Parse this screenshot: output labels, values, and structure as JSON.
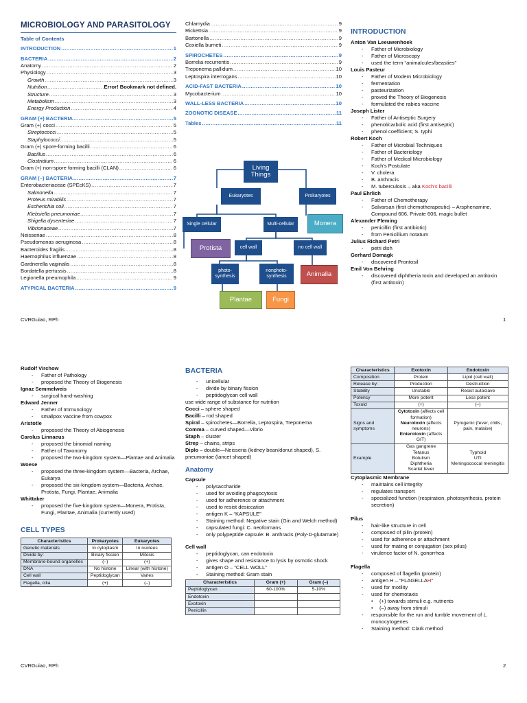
{
  "page1": {
    "title": "MICROBIOLOGY AND PARASITOLOGY",
    "toc_heading": "Table of Contents",
    "toc_col1": [
      {
        "text": "INTRODUCTION",
        "page": "1",
        "type": "major"
      },
      {
        "text": "BACTERIA",
        "page": "2",
        "type": "major"
      },
      {
        "text": "Anatomy",
        "page": "2",
        "type": "normal"
      },
      {
        "text": "Physiology",
        "page": "3",
        "type": "normal"
      },
      {
        "text": "Growth",
        "page": "3",
        "type": "sub"
      },
      {
        "text": "Nutrition",
        "page": "Error! Bookmark not defined.",
        "type": "sub",
        "error": true
      },
      {
        "text": "Structure",
        "page": "3",
        "type": "sub"
      },
      {
        "text": "Metabolism",
        "page": "3",
        "type": "sub"
      },
      {
        "text": "Energy Production",
        "page": "4",
        "type": "sub"
      },
      {
        "text": "GRAM (+) BACTERIA",
        "page": "5",
        "type": "major"
      },
      {
        "text": "Gram (+) cocci",
        "page": "5",
        "type": "normal"
      },
      {
        "text": "Streptococci",
        "page": "5",
        "type": "sub"
      },
      {
        "text": "Staphylococci",
        "page": "5",
        "type": "sub"
      },
      {
        "text": "Gram (+) spore-forming bacilli",
        "page": "6",
        "type": "normal"
      },
      {
        "text": "Bacillus",
        "page": "6",
        "type": "sub"
      },
      {
        "text": "Clostridium",
        "page": "6",
        "type": "sub"
      },
      {
        "text": "Gram (+) non-spore forming bacilli (CLAN)",
        "page": "6",
        "type": "normal"
      },
      {
        "text": "GRAM (–) BACTERIA",
        "page": "7",
        "type": "major"
      },
      {
        "text": "Enterobacteriaceae (SPEcKS)",
        "page": "7",
        "type": "normal"
      },
      {
        "text": "Salmonella",
        "page": "7",
        "type": "sub"
      },
      {
        "text": "Proteus mirabilis",
        "page": "7",
        "type": "sub"
      },
      {
        "text": "Escherichia coli",
        "page": "7",
        "type": "sub"
      },
      {
        "text": "Klebsiella pneumoniae",
        "page": "7",
        "type": "sub"
      },
      {
        "text": "Shigella dysenteriae",
        "page": "7",
        "type": "sub"
      },
      {
        "text": "Vibrionaceae",
        "page": "7",
        "type": "sub"
      },
      {
        "text": "Neisseriae",
        "page": "8",
        "type": "normal"
      },
      {
        "text": "Pseudomonas aeruginosa",
        "page": "8",
        "type": "normal"
      },
      {
        "text": "Bacteroides fragilis",
        "page": "8",
        "type": "normal"
      },
      {
        "text": "Haemophilus influenzae",
        "page": "8",
        "type": "normal"
      },
      {
        "text": "Gardnerella vaginalis",
        "page": "8",
        "type": "normal"
      },
      {
        "text": "Bordatella pertussis",
        "page": "8",
        "type": "normal"
      },
      {
        "text": "Legionella pneumophila",
        "page": "9",
        "type": "normal"
      },
      {
        "text": "ATYPICAL BACTERIA",
        "page": "9",
        "type": "major"
      }
    ],
    "toc_col2": [
      {
        "text": "Chlamydia",
        "page": "9",
        "type": "normal"
      },
      {
        "text": "Rickettsia",
        "page": "9",
        "type": "normal"
      },
      {
        "text": "Bartonella",
        "page": "9",
        "type": "normal"
      },
      {
        "text": "Coxiella burneti",
        "page": "9",
        "type": "normal"
      },
      {
        "text": "SPIROCHETES",
        "page": "9",
        "type": "major"
      },
      {
        "text": "Borrelia recurrentis",
        "page": "9",
        "type": "normal"
      },
      {
        "text": "Treponema pallidum",
        "page": "10",
        "type": "normal"
      },
      {
        "text": "Leptospira interrogans",
        "page": "10",
        "type": "normal"
      },
      {
        "text": "ACID-FAST BACTERIA",
        "page": "10",
        "type": "major"
      },
      {
        "text": "Mycobacterium",
        "page": "10",
        "type": "normal"
      },
      {
        "text": "WALL-LESS BACTERIA",
        "page": "10",
        "type": "major"
      },
      {
        "text": "ZOONOTIC DISEASE",
        "page": "11",
        "type": "major"
      },
      {
        "text": "Tables",
        "page": "11",
        "type": "major"
      }
    ],
    "diagram": {
      "living_things": "Living Things",
      "eukaryotes": "Eukaryotes",
      "prokaryotes": "Prokaryotes",
      "single_cellular": "Single cellular",
      "multi_cellular": "Multi-cellular",
      "monera": "Monera",
      "protista": "Protista",
      "cell_wall": "cell wall",
      "no_cell_wall": "no cell wall",
      "animalia": "Animalia",
      "photo_synthesis": "photo-synthesis",
      "nonphoto_synthesis": "nonphoto-synthesis",
      "plantae": "Plantae",
      "fungi": "Fungi",
      "colors": {
        "dark": "#1f4e8c",
        "monera": "#4bacc6",
        "protista": "#8064a2",
        "animalia": "#c0504d",
        "plantae": "#9bbb59",
        "fungi": "#f79646"
      }
    },
    "intro_heading": "INTRODUCTION",
    "intro": [
      {
        "name": "Anton Van Leeuwenhoek",
        "items": [
          "Father of Microbiology",
          "Father of Microscopy",
          "used the term “animalcules/beasties”"
        ]
      },
      {
        "name": "Louis Pasteur",
        "items": [
          "Father of Modern Microbiology",
          "fermentation",
          "pasteurization",
          "proved the Theory of Biogenesis",
          "formulated the rabies vaccine"
        ]
      },
      {
        "name": "Joseph Lister",
        "items": [
          "Father of Antiseptic Surgery",
          "phenol/carbolic acid (first antiseptic)",
          "phenol coefficient; S. typhi"
        ]
      },
      {
        "name": "Robert Koch",
        "items": [
          "Father of Microbial Techniques",
          "Father of Bacteriology",
          "Father of Medical Microbiology",
          "Koch’s Postulate",
          "V. cholera",
          "B. anthracis",
          "M. tuberculosis – aka Koch’s bacilli"
        ]
      },
      {
        "name": "Paul Ehrlich",
        "items": [
          "Father of Chemotherapy",
          "Salvarsan (first chemotherapeutic) – Arsphenamine, Compound 606, Private 606, magic bullet"
        ]
      },
      {
        "name": "Alexander Fleming",
        "items": [
          "penicillin (first antibiotic)",
          "from Penicillium notatum"
        ]
      },
      {
        "name": "Julius Richard Petri",
        "items": [
          "petri dish"
        ]
      },
      {
        "name": "Gerhard Domagk",
        "items": [
          "discovered Prontosil"
        ]
      },
      {
        "name": "Emil Von Behring",
        "items": [
          "discovered diphtheria toxin and developed an antitoxin (first antitoxin)"
        ]
      }
    ],
    "footer_left": "CVRGuiao, RPh",
    "footer_right": "1"
  },
  "page2": {
    "people": [
      {
        "name": "Rudolf Virchow",
        "items": [
          "Father of Pathology",
          "proposed the Theory of Biogenesis"
        ]
      },
      {
        "name": "Ignaz Semmelweis",
        "items": [
          "surgical hand-washing"
        ]
      },
      {
        "name": "Edward Jenner",
        "items": [
          "Father of Immunology",
          "smallpox vaccine from cowpox"
        ]
      },
      {
        "name": "Aristotle",
        "items": [
          "proposed the Theory of Abiogenesis"
        ]
      },
      {
        "name": "Carolus Linnaeus",
        "items": [
          "proposed the binomial naming",
          "Father of Taxonomy",
          "proposed the two-kingdom system—Plantae and Animalia"
        ]
      },
      {
        "name": "Woese",
        "items": [
          "proposed the three-kingdom system—Bacteria, Archae, Eukarya",
          "proposed the six-kingdom system—Bacteria, Archae, Protista, Fungi, Plantae, Animalia"
        ]
      },
      {
        "name": "Whittaker",
        "items": [
          "proposed the five-kingdom system—Monera, Protista, Fungi, Plantae, Animalia (currently used)"
        ]
      }
    ],
    "cell_types_heading": "CELL TYPES",
    "cell_types_table": {
      "headers": [
        "Characteristics",
        "Prokaryotes",
        "Eukaryotes"
      ],
      "rows": [
        [
          "Genetic materials",
          "In cytoplasm",
          "In nucleus"
        ],
        [
          "Divide by:",
          "Binary fission",
          "Mitosis"
        ],
        [
          "Membrane-bound organelles",
          "(–)",
          "(+)"
        ],
        [
          "DNA",
          "No histone",
          "Linear (with histone)"
        ],
        [
          "Cell wall",
          "Peptidoglycan",
          "Varies"
        ],
        [
          "Flagella, cilia",
          "(+)",
          "(–)"
        ]
      ]
    },
    "bacteria_heading": "BACTERIA",
    "bacteria_items": [
      "unicellular",
      "divide by binary fission",
      "peptidoglycan cell wall"
    ],
    "bacteria_lines": [
      {
        "label": "",
        "text": "use wide range of substance for nutrition"
      },
      {
        "label": "Cocci",
        "text": " – sphere shaped"
      },
      {
        "label": "Bacilli",
        "text": " – rod shaped"
      },
      {
        "label": "Spiral",
        "text": " – spirochetes—Borrelia, Leptospira, Treponema"
      },
      {
        "label": "Comma",
        "text": " – curved shaped—Vibrio"
      },
      {
        "label": "Staph",
        "text": " – cluster"
      },
      {
        "label": "Strep",
        "text": " – chains, strips"
      },
      {
        "label": "Diplo",
        "text": " – double—Neisseria (kidney bean/donut shaped), S. pneumoniae (lancet shaped)"
      }
    ],
    "anatomy_heading": "Anatomy",
    "capsule_heading": "Capsule",
    "capsule_items": [
      "polysaccharide",
      "used for avoiding phagocytosis",
      "used for adherence or attachment",
      "used to resist desiccation",
      "antigen K – “KAPSULE”",
      "Staining method: Negative stain (Gin and Welch method)",
      "capsulated fungi: C. neoformans",
      "only polypeptide capsule: B. anthracis (Poly-D-glutamate)"
    ],
    "cellwall_heading": "Cell wall",
    "cellwall_items": [
      "peptidoglycan, can endotoxin",
      "gives shape and resistance to lysis by osmotic shock",
      "antigen O – “CELL WOLL”",
      "Staining method: Gram stain"
    ],
    "gram_table": {
      "headers": [
        "Characteristics",
        "Gram (+)",
        "Gram (–)"
      ],
      "rows": [
        [
          "Peptidoglycan",
          "60-100%",
          "5-10%"
        ],
        [
          "Endotoxin",
          "",
          ""
        ],
        [
          "Exotoxin",
          "",
          ""
        ],
        [
          "Penicillin",
          "",
          ""
        ]
      ]
    },
    "toxin_table": {
      "headers": [
        "Characteristics",
        "Exotoxin",
        "Endotoxin"
      ],
      "rows": [
        [
          "Composition",
          "Protein",
          "Lipid (cell wall)"
        ],
        [
          "Release by:",
          "Production",
          "Destruction"
        ],
        [
          "Stability",
          "Unstable",
          "Resist autoclave"
        ],
        [
          "Potency",
          "More potent",
          "Less potent"
        ],
        [
          "Toxoid",
          "(+)",
          "(–)"
        ]
      ],
      "signs_label": "Signs and symptoms",
      "signs_exo": [
        {
          "b": "Cytotoxin",
          "t": " (affects cell formation)"
        },
        {
          "b": "Neurotoxin",
          "t": " (affects neurons)"
        },
        {
          "b": "Enterotoxin",
          "t": " (affects GIT)"
        }
      ],
      "signs_endo": "Pyrogenic (fever, chills, pain, malaise)",
      "example_label": "Example",
      "example_exo": [
        "Gas gangrene",
        "Tetanus",
        "Botulism",
        "Diphtheria",
        "Scarlet fever"
      ],
      "example_endo": [
        "Typhoid",
        "UTI",
        "Meningococcal meningitis"
      ]
    },
    "cytoplasmic_heading": "Cytoplasmic Membrane",
    "cytoplasmic_items": [
      "maintains cell integrity",
      "regulates transport",
      "specialized function (respiration, photosynthesis, protein secretion)"
    ],
    "pilus_heading": "Pilus",
    "pilus_items": [
      "hair-like structure in cell",
      "composed of pilin (protein)",
      "used for adherence or attachment",
      "used for mating or conjugation (sex pilus)",
      "virulence factor of N. gonorrhea"
    ],
    "flagella_heading": "Flagella",
    "flagella_items_a": [
      "composed of flagellin (protein)",
      "antigen H – “FLAGELLAH”",
      "used for motility",
      "used for chemotaxis"
    ],
    "flagella_dots": [
      "(+) towards stimuli e.g. nutrients",
      "(–) away from stimuli"
    ],
    "flagella_items_b": [
      "responsible for the run and tumble movement of L. monocytogenes",
      "Staining method: Clark method"
    ],
    "footer_left": "CVRGuiao, RPh",
    "footer_right": "2"
  }
}
